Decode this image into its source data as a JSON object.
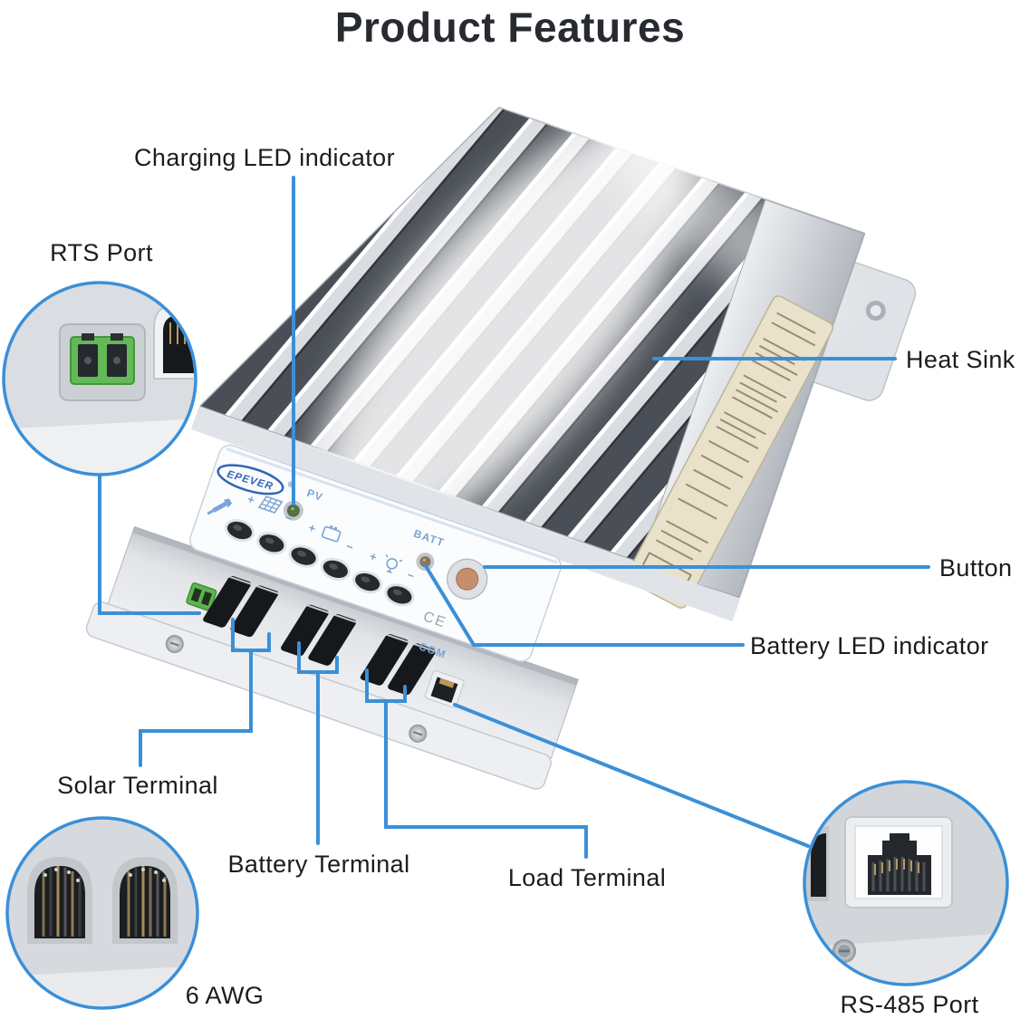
{
  "title": "Product Features",
  "accent_color": "#3a90d8",
  "callouts": {
    "charging_led": "Charging LED indicator",
    "rts_port": "RTS Port",
    "heat_sink": "Heat Sink",
    "button": "Button",
    "battery_led": "Battery LED indicator",
    "solar_terminal": "Solar Terminal",
    "battery_terminal": "Battery Terminal",
    "load_terminal": "Load Terminal",
    "wire_gauge": "6 AWG",
    "rs485_port": "RS-485 Port"
  },
  "device": {
    "brand": "EPEVER",
    "reg_mark": "®",
    "pv_led_label": "PV",
    "battery_led_label": "BATT",
    "com_port_label": "COM",
    "ce_mark": "CE"
  },
  "icons": {
    "pv_led": "green-led-dot",
    "battery_led": "amber-led-dot",
    "button": "round-copper-button",
    "wrench": "tool-icon",
    "solar_panel": "pv-array-icon",
    "battery": "battery-icon",
    "load": "lamp-icon",
    "rts": "green-2pin-connector",
    "com": "rj45-jack"
  }
}
